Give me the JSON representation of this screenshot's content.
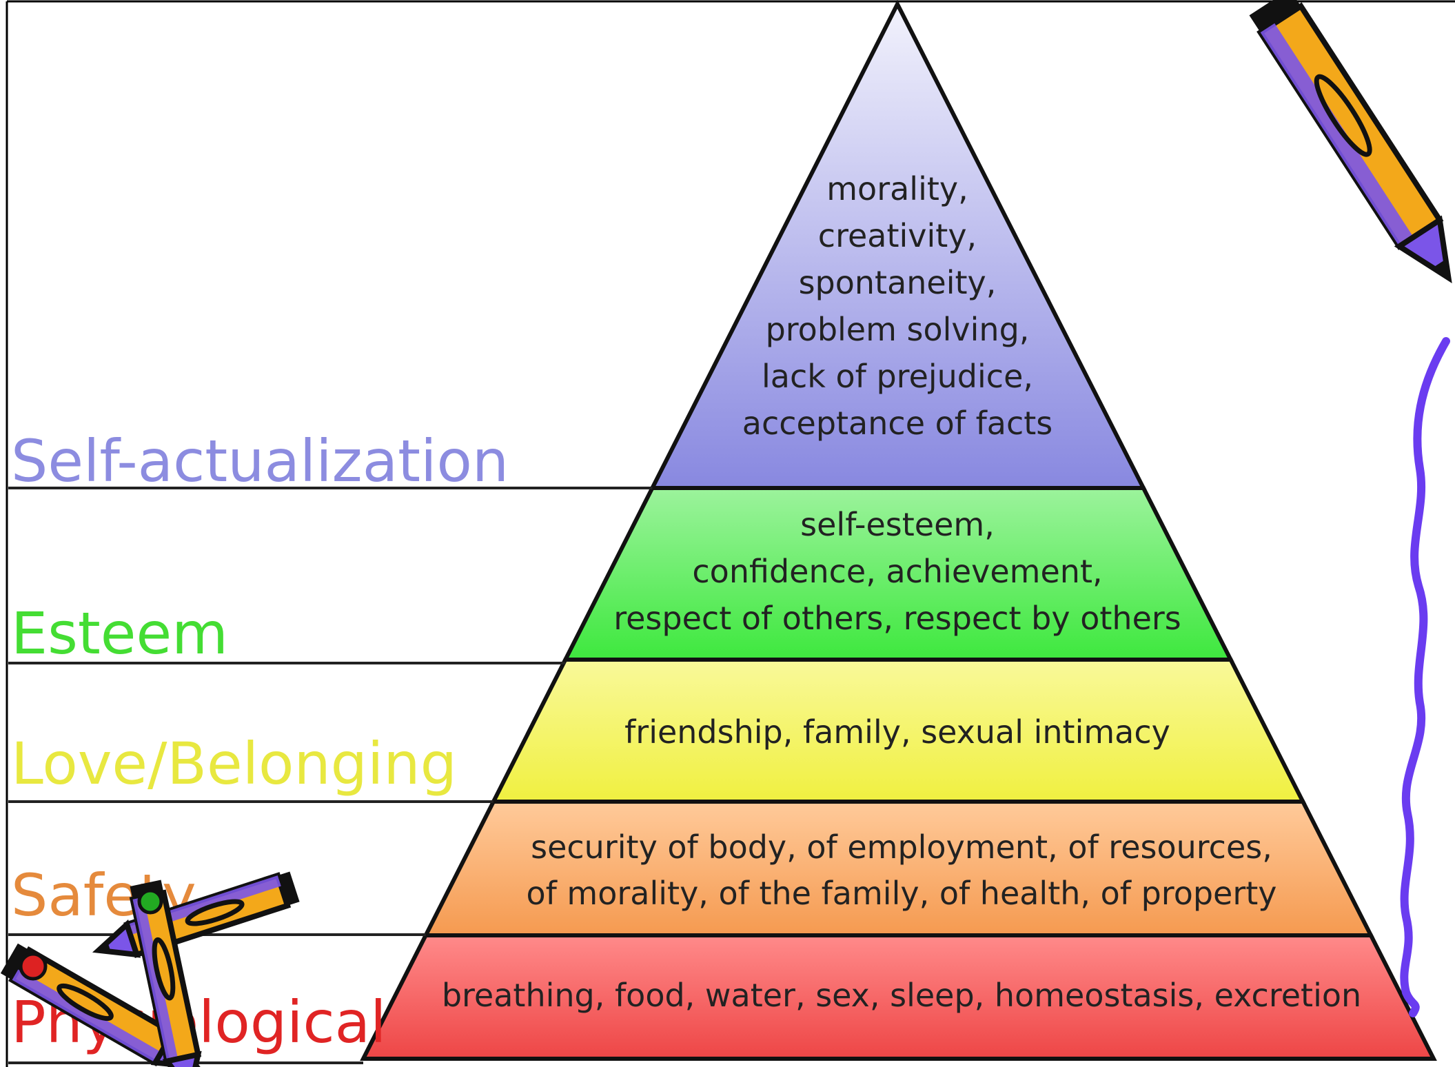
{
  "levels": [
    {
      "name": "Self-actualization",
      "color": "#8c8ce0",
      "fill_top": "#f2f2fc",
      "fill_bottom": "#8888e0",
      "description_lines": [
        "morality,",
        "creativity,",
        "spontaneity,",
        "problem solving,",
        "lack of prejudice,",
        "acceptance of facts"
      ]
    },
    {
      "name": "Esteem",
      "color": "#44dd33",
      "fill_top": "#9cf39c",
      "fill_bottom": "#3ee83e",
      "description_lines": [
        "self-esteem,",
        "confidence, achievement,",
        "respect of others, respect by others"
      ]
    },
    {
      "name": "Love/Belonging",
      "color": "#e8e840",
      "fill_top": "#f9f99a",
      "fill_bottom": "#f0f040",
      "description_lines": [
        "friendship, family, sexual intimacy"
      ]
    },
    {
      "name": "Safety",
      "color": "#e58a3c",
      "fill_top": "#ffca9a",
      "fill_bottom": "#f59a50",
      "description_lines": [
        "security of body, of employment, of resources,",
        "of morality, of the family, of health, of property"
      ]
    },
    {
      "name": "Physiological",
      "color": "#e02424",
      "fill_top": "#ff8a8a",
      "fill_bottom": "#ee4646",
      "description_lines": [
        "breathing, food, water, sex, sleep, homeostasis, excretion"
      ]
    }
  ],
  "decorations": {
    "pencil_icon": "pencil-icon",
    "crossed_pencils_icon": "crossed-pencils-icon",
    "squiggle_color": "#6a3cf0",
    "pencil_color": "#f3a81a",
    "pencil_accent": "#7b55e8"
  }
}
